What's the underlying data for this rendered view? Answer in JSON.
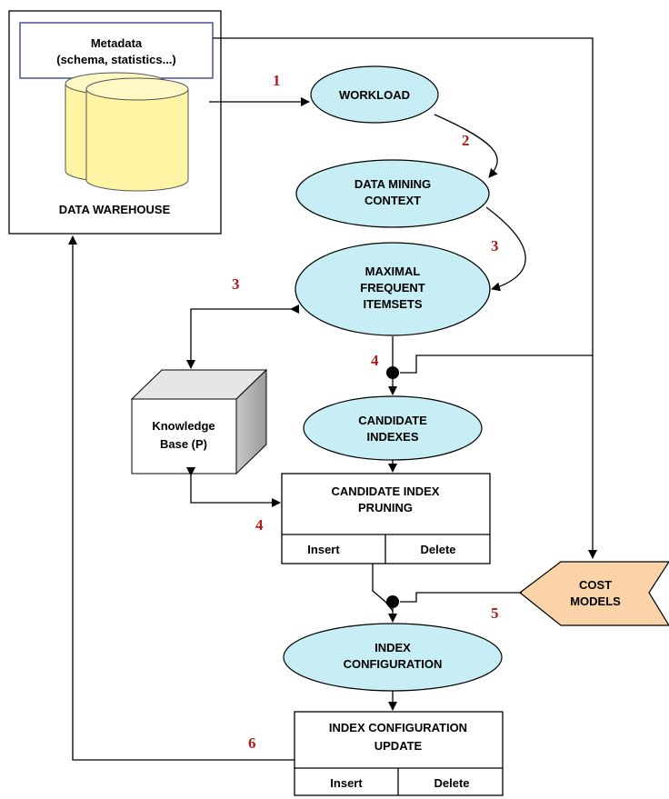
{
  "metadata": {
    "line1": "Metadata",
    "line2": "(schema, statistics...)"
  },
  "data_warehouse": "DATA WAREHOUSE",
  "nodes": {
    "workload": [
      "WORKLOAD"
    ],
    "data_mining_context": [
      "DATA MINING",
      "CONTEXT"
    ],
    "maximal_frequent_itemsets": [
      "MAXIMAL",
      "FREQUENT",
      "ITEMSETS"
    ],
    "candidate_indexes": [
      "CANDIDATE",
      "INDEXES"
    ],
    "index_configuration": [
      "INDEX",
      "CONFIGURATION"
    ]
  },
  "knowledge_base": [
    "Knowledge",
    "Base (P)"
  ],
  "pruning_box": {
    "title": [
      "CANDIDATE INDEX",
      "PRUNING"
    ],
    "insert": "Insert",
    "delete": "Delete"
  },
  "update_box": {
    "title": [
      "INDEX CONFIGURATION",
      "UPDATE"
    ],
    "insert": "Insert",
    "delete": "Delete"
  },
  "cost_models": [
    "COST",
    "MODELS"
  ],
  "step_numbers": [
    "1",
    "2",
    "3",
    "3",
    "4",
    "4",
    "5",
    "6"
  ],
  "colors": {
    "ellipse_fill": "#c6eef4",
    "cylinder_fill": "#fff4a3",
    "cost_fill": "#fbd3a8",
    "step_number": "#b01b1b"
  }
}
